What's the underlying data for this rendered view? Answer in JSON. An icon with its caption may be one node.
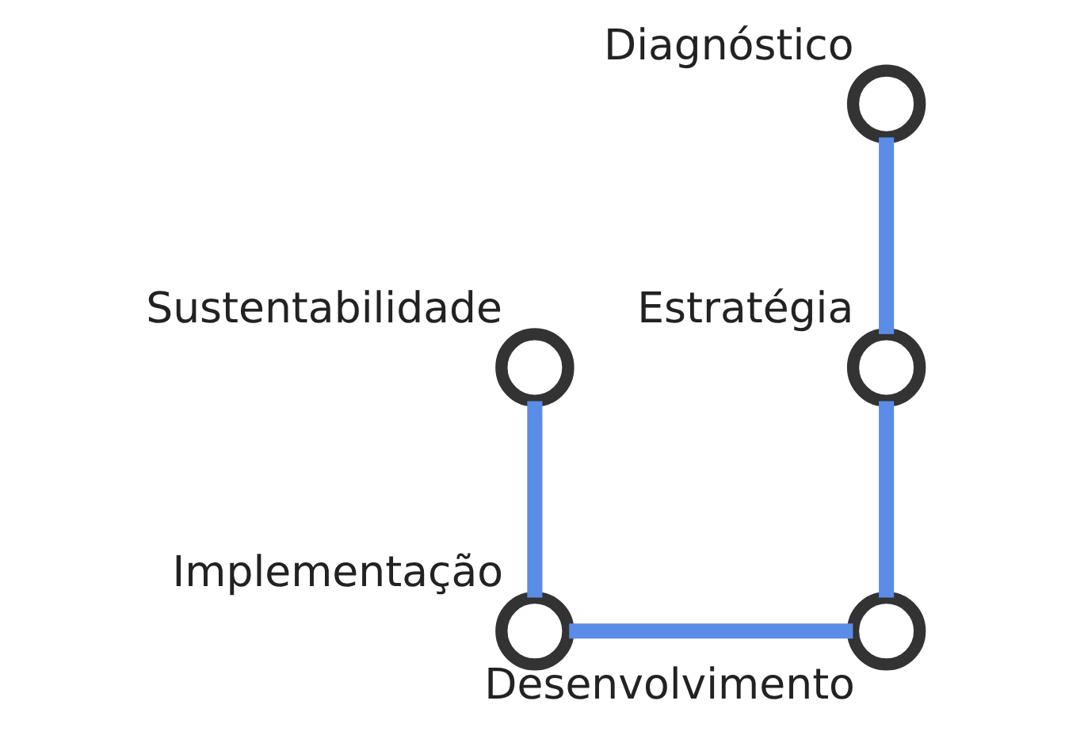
{
  "diagram": {
    "nodes": [
      {
        "text": [
          "Diagnóstico"
        ]
      },
      {
        "text": [
          "Estratégia"
        ]
      },
      {
        "text": [
          "Desenvolvimento"
        ]
      },
      {
        "text": [
          "Implementação"
        ]
      },
      {
        "text": [
          "Sustentabilidade"
        ]
      }
    ],
    "edges": [
      {
        "from": 0,
        "to": 1,
        "arrow": "none"
      },
      {
        "from": 1,
        "to": 2,
        "arrow": "none"
      },
      {
        "from": 2,
        "to": 3,
        "arrow": "none"
      },
      {
        "from": 3,
        "to": 4,
        "arrow": "none"
      }
    ]
  }
}
